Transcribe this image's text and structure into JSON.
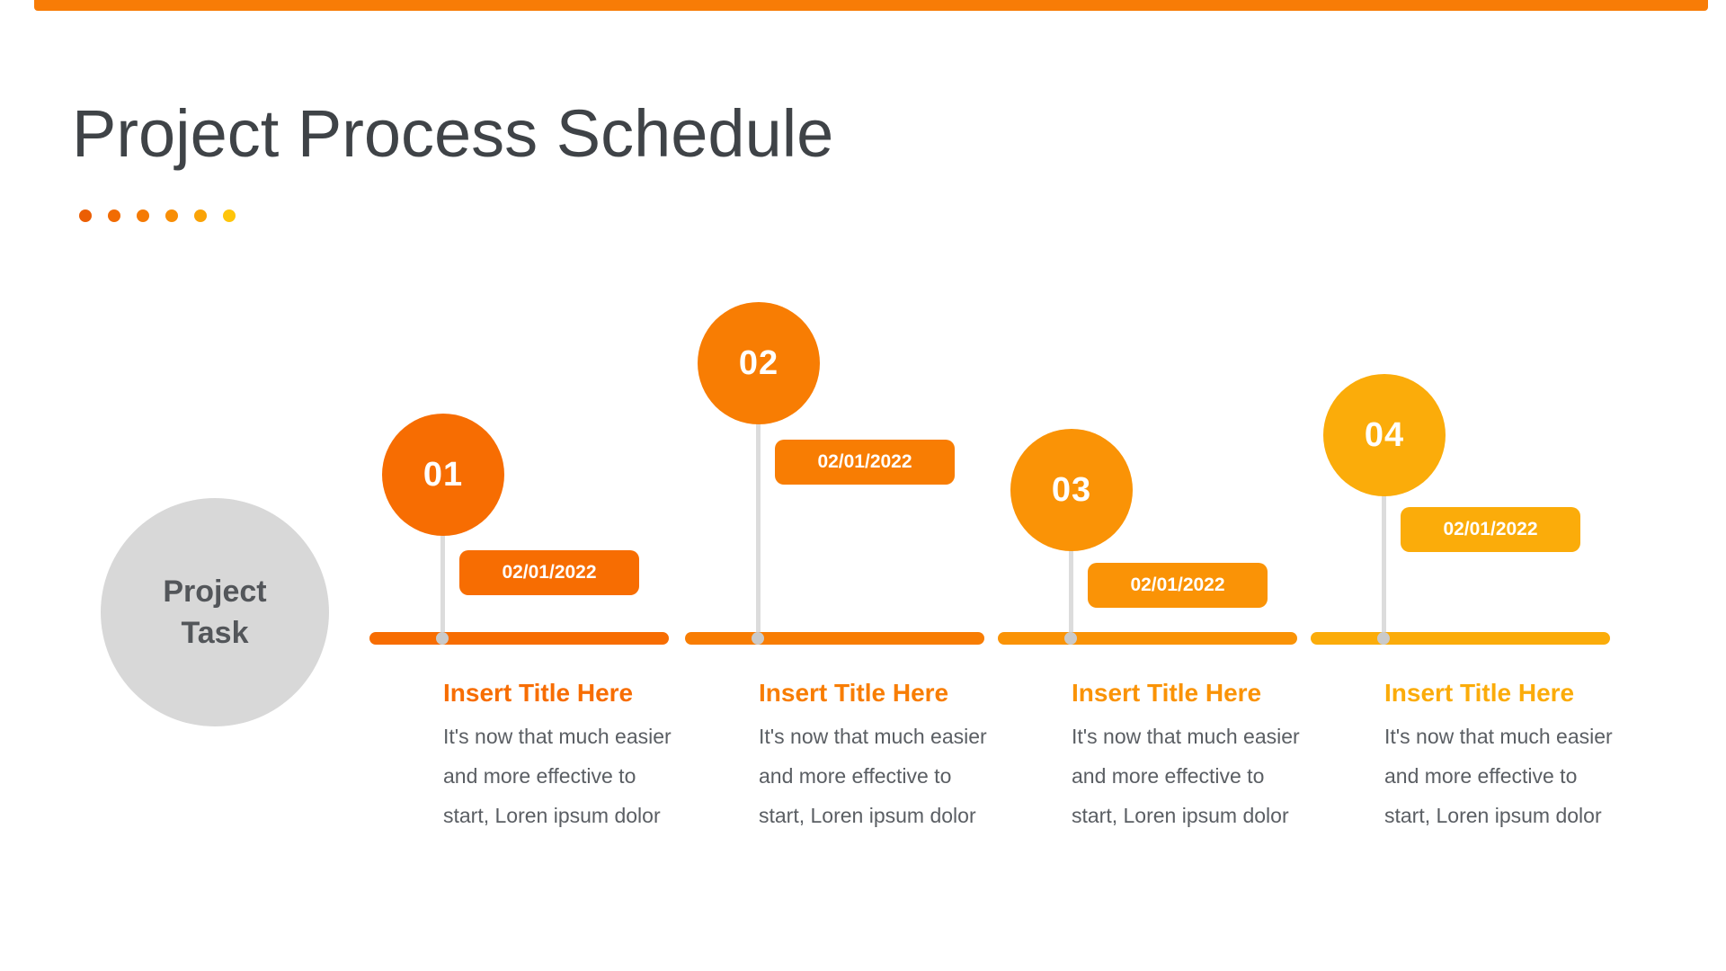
{
  "slide": {
    "title": "Project Process Schedule",
    "title_color": "#3F4347",
    "top_bar_color": "#F87C06",
    "accent_dots": [
      "#EB5E04",
      "#F16B03",
      "#F57A04",
      "#F88E06",
      "#FAA307",
      "#FFC50A"
    ]
  },
  "hub": {
    "lines": [
      "Project",
      "Task"
    ]
  },
  "milestones": [
    {
      "number": "01",
      "date": "02/01/2022",
      "title": "Insert Title Here",
      "color": "#F76D02",
      "body_lines": [
        "It's now that much easier",
        "and more effective to",
        "start, Loren ipsum dolor"
      ]
    },
    {
      "number": "02",
      "date": "02/01/2022",
      "title": "Insert Title Here",
      "color": "#F87D03",
      "body_lines": [
        "It's now that much easier",
        "and more effective to",
        "start, Loren ipsum dolor"
      ]
    },
    {
      "number": "03",
      "date": "02/01/2022",
      "title": "Insert Title Here",
      "color": "#FA9306",
      "body_lines": [
        "It's now that much easier",
        "and more effective to",
        "start, Loren ipsum dolor"
      ]
    },
    {
      "number": "04",
      "date": "02/01/2022",
      "title": "Insert Title Here",
      "color": "#FBAC0A",
      "body_lines": [
        "It's now that much easier",
        "and more effective to",
        "start, Loren ipsum dolor"
      ]
    }
  ]
}
